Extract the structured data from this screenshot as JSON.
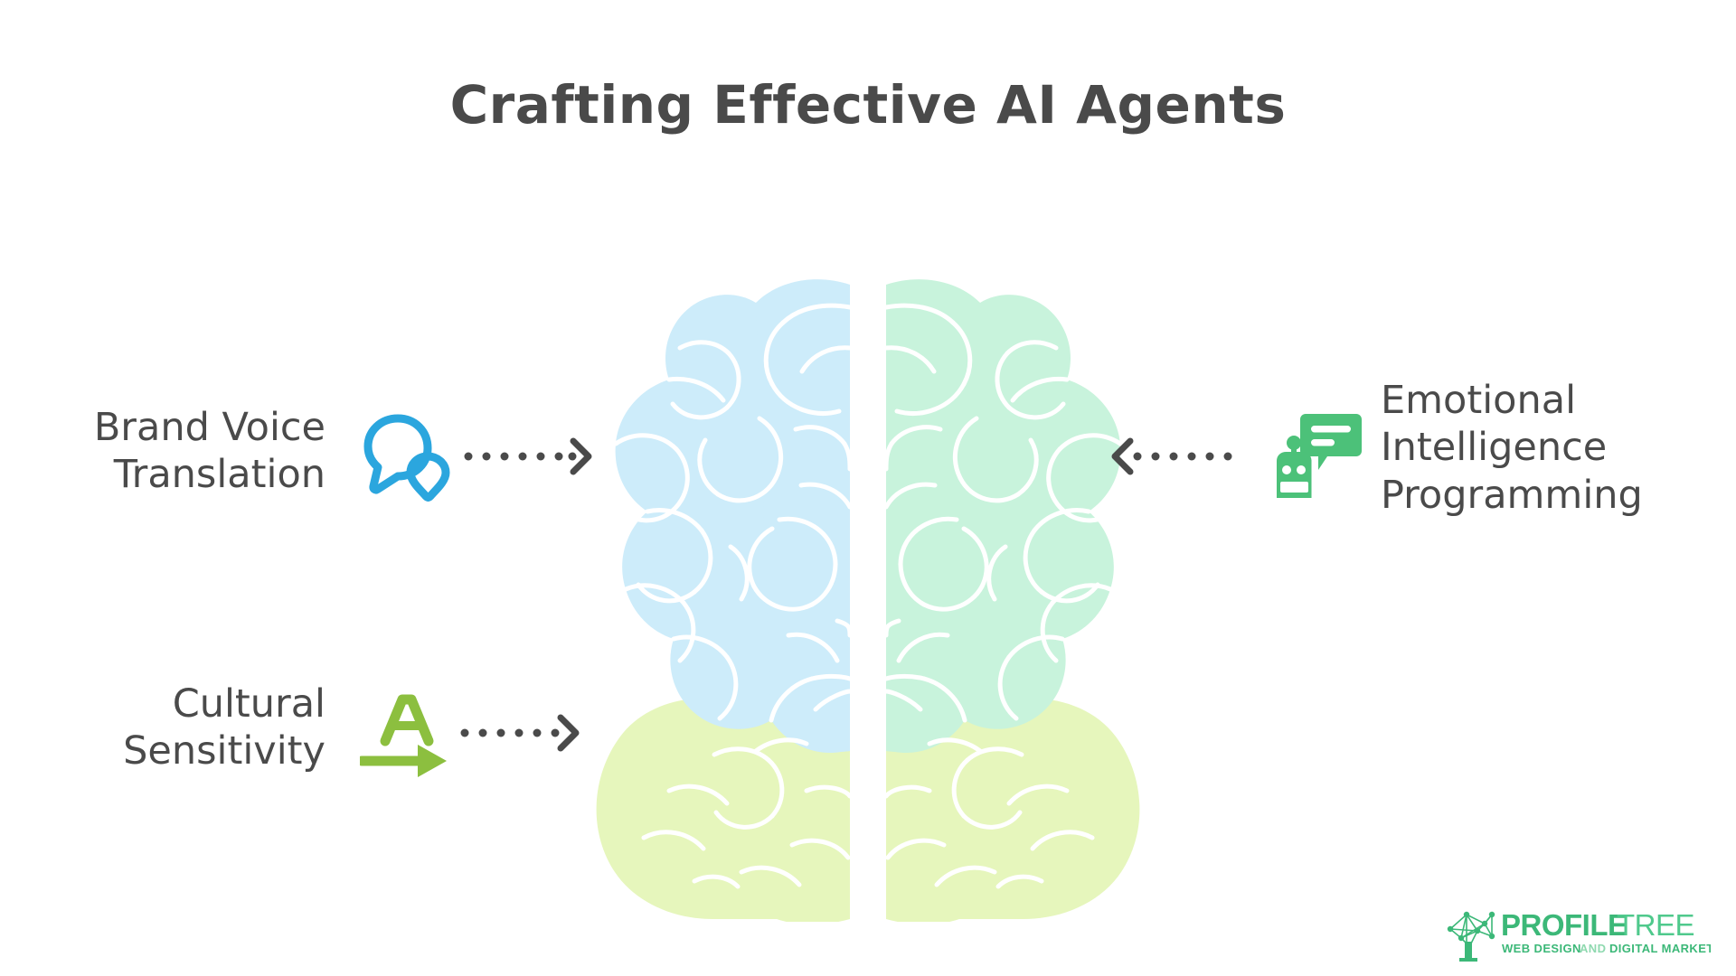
{
  "page": {
    "title": "Crafting Effective AI Agents",
    "background_color": "#ffffff",
    "text_color": "#4a4a4a"
  },
  "concepts": {
    "left": [
      {
        "id": "brand-voice-translation",
        "label": "Brand Voice\nTranslation",
        "icon": "speech-bubble-icon",
        "icon_color": "#2ba6de",
        "arrow": "dotted-arrow-right",
        "arrow_direction": "right",
        "arrow_dots": 9
      },
      {
        "id": "cultural-sensitivity",
        "label": "Cultural\nSensitivity",
        "icon": "translate-a-arrow-icon",
        "icon_color": "#8cbf3f",
        "arrow": "dotted-arrow-right",
        "arrow_direction": "right",
        "arrow_dots": 8
      }
    ],
    "right": [
      {
        "id": "emotional-intelligence-programming",
        "label": "Emotional\nIntelligence\nProgramming",
        "icon": "robot-chat-icon",
        "icon_color": "#4cc179",
        "arrow": "dotted-arrow-left",
        "arrow_direction": "left",
        "arrow_dots": 8
      }
    ]
  },
  "brain": {
    "name": "brain-illustration",
    "left_hemisphere_color": "#cdecfa",
    "right_hemisphere_color": "#c8f3dc",
    "cerebellum_color": "#e6f6bc",
    "gyri_line_color": "#ffffff"
  },
  "arrows": {
    "color": "#4a4a4a"
  },
  "logo": {
    "name": "profiletree-logo",
    "word_bold": "PROFILE",
    "word_light": "TREE",
    "tagline_part1": "WEB DESIGN",
    "tagline_part2": "AND",
    "tagline_part3": "DIGITAL MARKETING",
    "primary_color": "#3cb878",
    "secondary_color": "#6ecf9a"
  }
}
